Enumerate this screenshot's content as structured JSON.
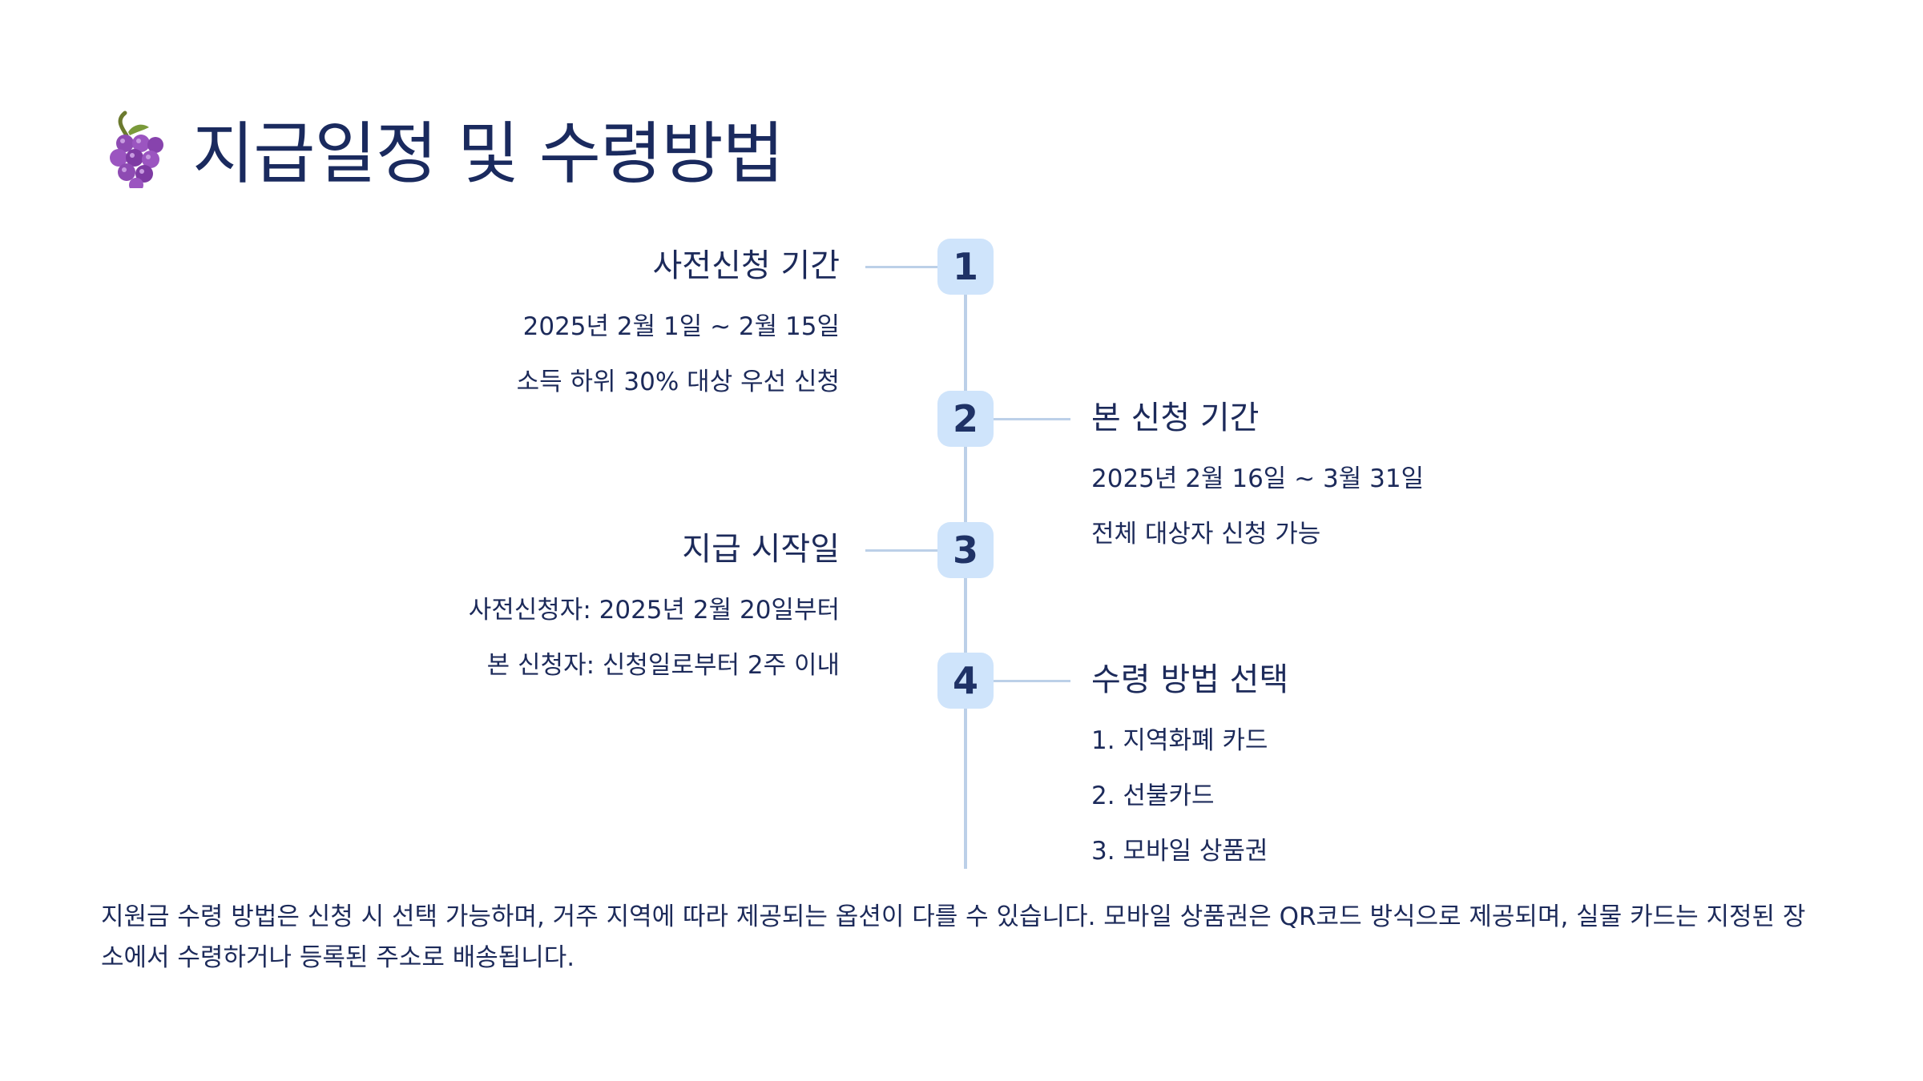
{
  "page": {
    "title": "지급일정 및 수령방법",
    "title_icon": "grapes-icon"
  },
  "timeline": {
    "steps": [
      {
        "number": "1",
        "title": "사전신청 기간",
        "lines": [
          "2025년 2월 1일 ~ 2월 15일",
          "소득 하위 30% 대상 우선 신청"
        ],
        "side": "left"
      },
      {
        "number": "2",
        "title": "본 신청 기간",
        "lines": [
          "2025년 2월 16일 ~ 3월 31일",
          "전체 대상자 신청 가능"
        ],
        "side": "right"
      },
      {
        "number": "3",
        "title": "지급 시작일",
        "lines": [
          "사전신청자: 2025년 2월 20일부터",
          "본 신청자: 신청일로부터 2주 이내"
        ],
        "side": "left"
      },
      {
        "number": "4",
        "title": "수령 방법 선택",
        "lines": [
          "1. 지역화폐 카드",
          "2. 선불카드",
          "3. 모바일 상품권"
        ],
        "side": "right"
      }
    ]
  },
  "note": {
    "text": "지원금 수령 방법은 신청 시 선택 가능하며, 거주 지역에 따라 제공되는 옵션이 다를 수 있습니다. 모바일 상품권은 QR코드 방식으로 제공되며, 실물 카드는 지정된 장소에서 수령하거나 등록된 주소로 배송됩니다."
  },
  "colors": {
    "title": "#1a2a5e",
    "text": "#1c2a5a",
    "node_fill": "#cfe4fb",
    "line": "#bcd0e8"
  }
}
